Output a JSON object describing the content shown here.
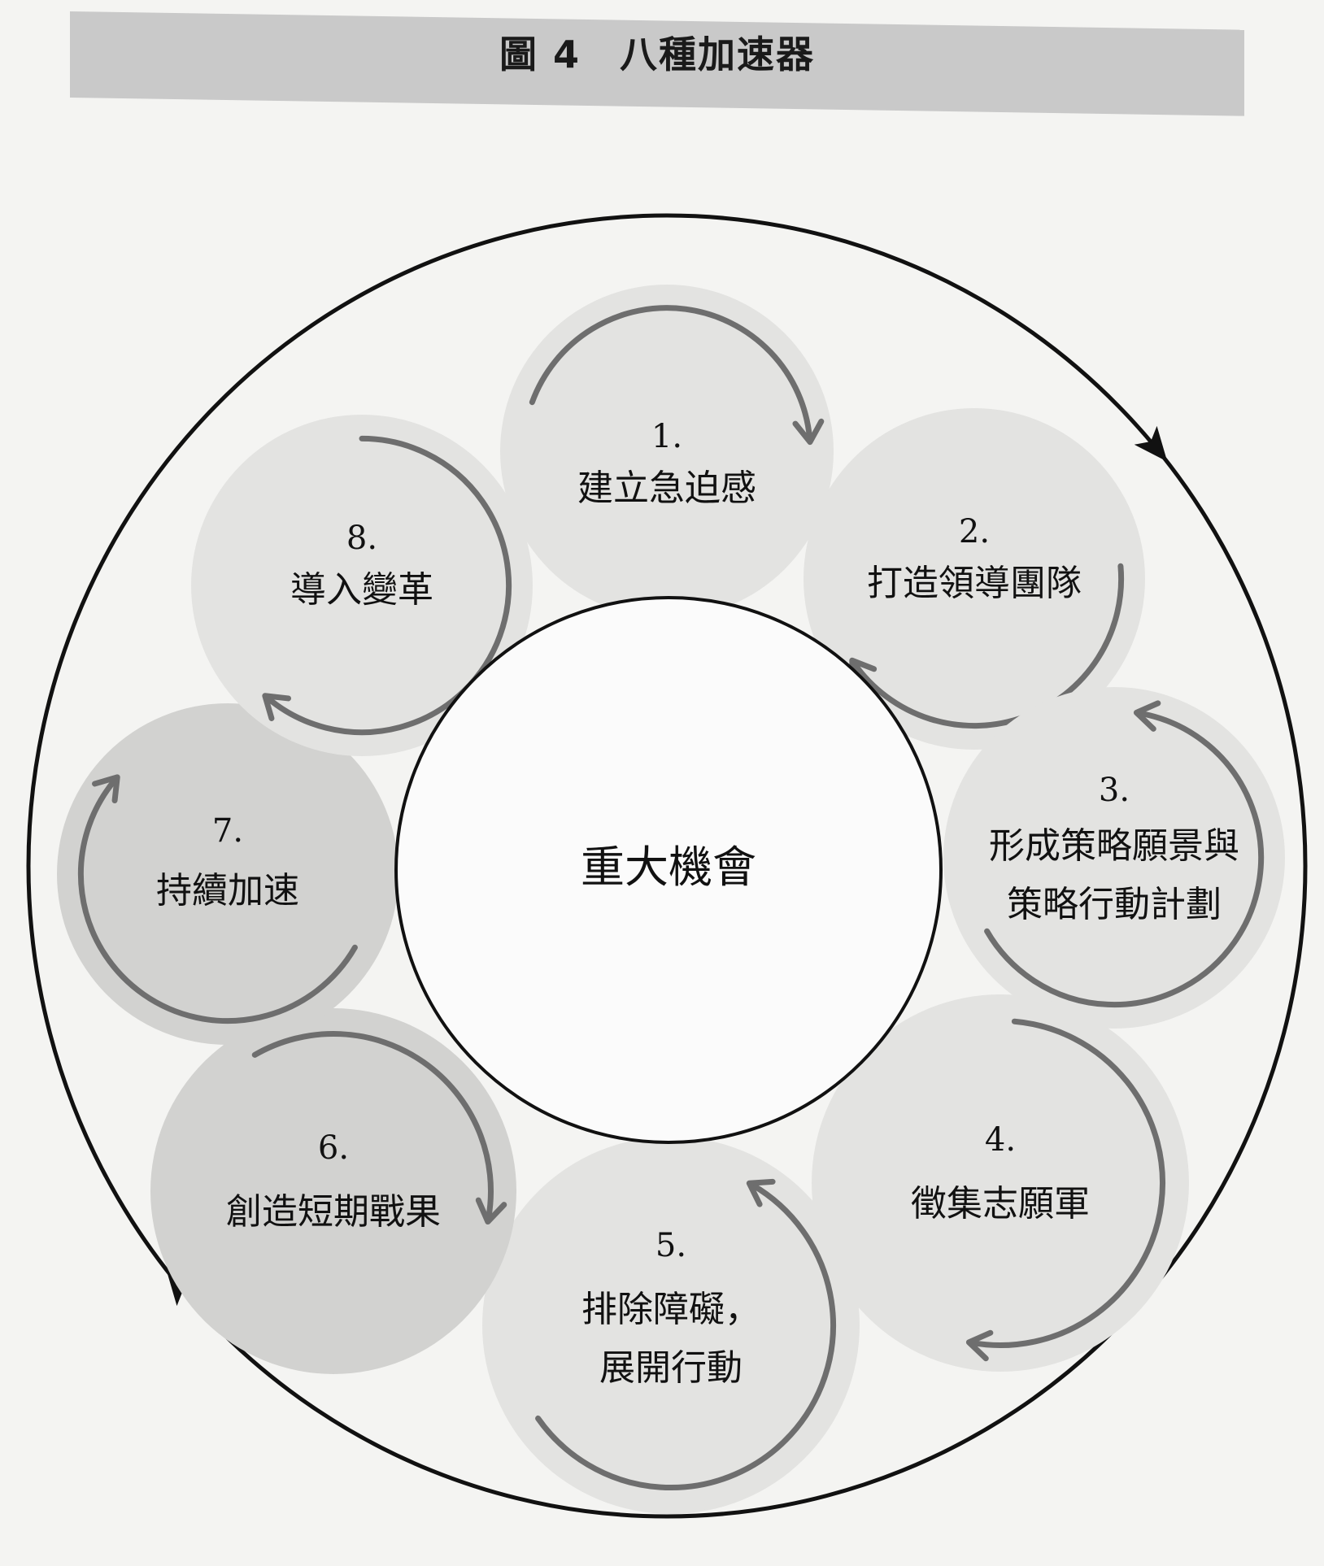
{
  "figure": {
    "title": "圖 4　八種加速器"
  },
  "center": {
    "label": "重大機會"
  },
  "accelerators": [
    {
      "number": "1.",
      "lines": [
        "建立急迫感"
      ]
    },
    {
      "number": "2.",
      "lines": [
        "打造領導團隊"
      ]
    },
    {
      "number": "3.",
      "lines": [
        "形成策略願景與",
        "策略行動計劃"
      ]
    },
    {
      "number": "4.",
      "lines": [
        "徵集志願軍"
      ]
    },
    {
      "number": "5.",
      "lines": [
        "排除障礙，",
        "展開行動"
      ]
    },
    {
      "number": "6.",
      "lines": [
        "創造短期戰果"
      ]
    },
    {
      "number": "7.",
      "lines": [
        "持續加速"
      ]
    },
    {
      "number": "8.",
      "lines": [
        "導入變革"
      ]
    }
  ],
  "colors": {
    "page": "#f4f4f2",
    "title_band": "#c9c9c9",
    "bubble_light": "#e3e3e1",
    "bubble_dark": "#d2d2d0",
    "arrow": "#6e6e6e",
    "outer_ring": "#111111",
    "text": "#111111"
  }
}
